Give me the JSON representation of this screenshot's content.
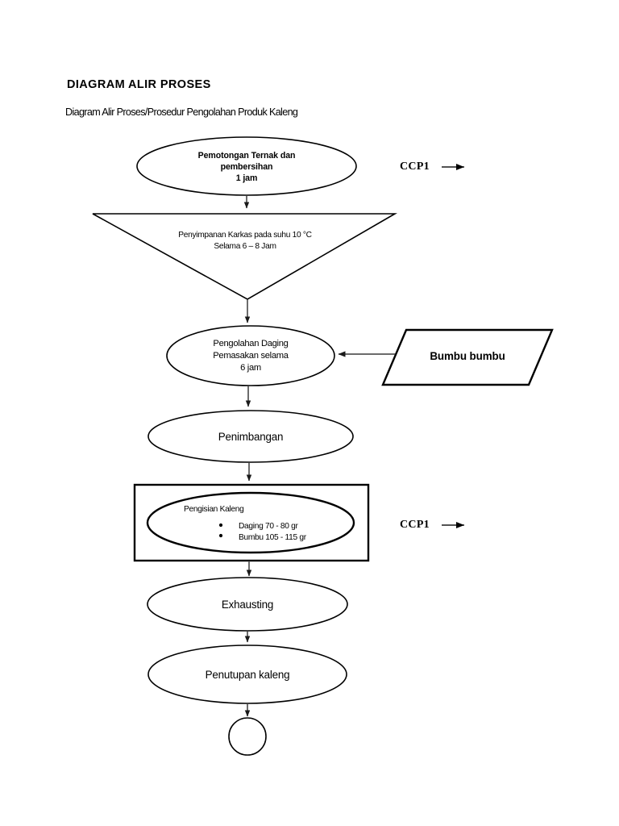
{
  "document": {
    "title": "DIAGRAM ALIR PROSES",
    "subtitle": "Diagram Alir Proses/Prosedur Pengolahan Produk Kaleng"
  },
  "annotations": [
    {
      "label": "CCP1",
      "target": "pemotongan-ternak"
    },
    {
      "label": "CCP1",
      "target": "pengisian-kaleng"
    }
  ],
  "nodes": {
    "pemotongan": {
      "shape": "ellipse",
      "lines": [
        "Pemotongan Ternak dan",
        "pembersihan",
        "1 jam"
      ]
    },
    "penyimpanan": {
      "shape": "inverted-triangle",
      "lines": [
        "Penyimpanan Karkas pada suhu 10 °C",
        "Selama 6 – 8 Jam"
      ]
    },
    "pengolahan": {
      "shape": "ellipse",
      "lines": [
        "Pengolahan Daging",
        "Pemasakan selama",
        "6 jam"
      ]
    },
    "bumbu": {
      "shape": "parallelogram",
      "lines": [
        "Bumbu bumbu"
      ]
    },
    "penimbangan": {
      "shape": "ellipse",
      "lines": [
        "Penimbangan"
      ]
    },
    "pengisian": {
      "shape": "ellipse-in-rectangle",
      "heading": "Pengisian Kaleng",
      "bullets": [
        "Daging 70 - 80 gr",
        "Bumbu 105 - 115 gr"
      ]
    },
    "exhausting": {
      "shape": "ellipse",
      "lines": [
        "Exhausting"
      ]
    },
    "penutupan": {
      "shape": "ellipse",
      "lines": [
        "Penutupan kaleng"
      ]
    },
    "terminator": {
      "shape": "circle",
      "lines": [
        ""
      ]
    }
  },
  "colors": {
    "stroke": "#000000",
    "connector": "#3a3a3a",
    "background": "#ffffff"
  }
}
